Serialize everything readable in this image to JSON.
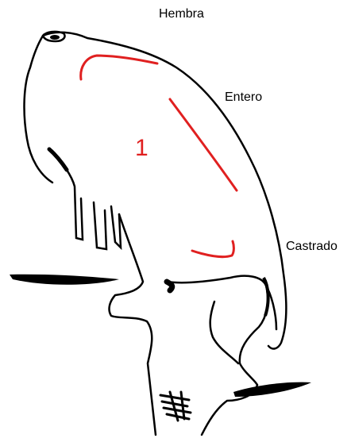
{
  "labels": {
    "hembra": "Hembra",
    "entero": "Entero",
    "castrado": "Castrado",
    "number": "1"
  },
  "colors": {
    "outline": "#000000",
    "marker": "#e02020",
    "background": "#ffffff"
  }
}
